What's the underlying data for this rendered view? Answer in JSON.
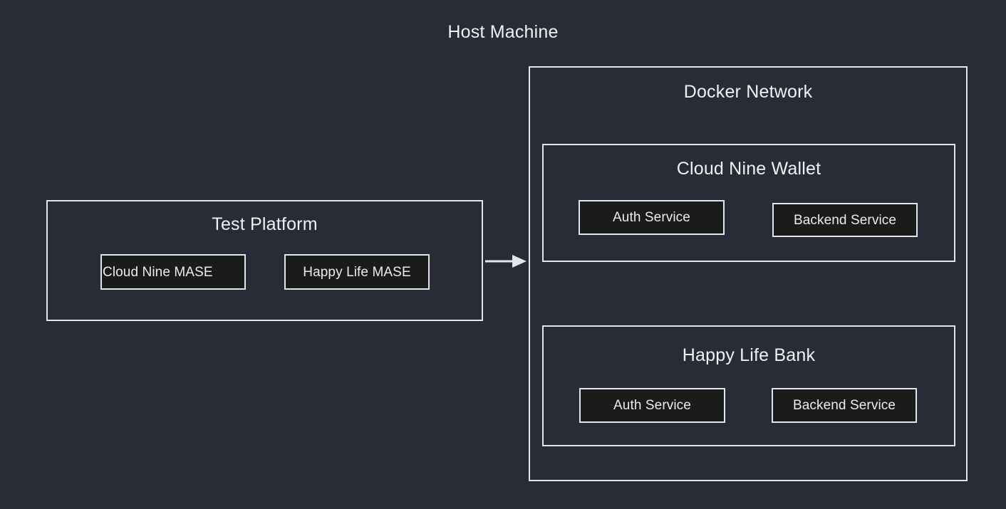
{
  "diagram": {
    "title": "Host Machine",
    "background_color": "#282c37",
    "border_color": "#e3e6ec",
    "leaf_fill_color": "#1b1b1b",
    "text_color": "#eef1f5"
  },
  "test_platform": {
    "title": "Test Platform",
    "services": [
      {
        "label": "Cloud Nine MASE"
      },
      {
        "label": "Happy Life MASE"
      }
    ]
  },
  "connector": {
    "name": "arrow-test-platform-to-docker-network"
  },
  "docker_network": {
    "title": "Docker Network",
    "groups": [
      {
        "title": "Cloud Nine Wallet",
        "services": [
          {
            "label": "Auth Service"
          },
          {
            "label": "Backend Service"
          }
        ]
      },
      {
        "title": "Happy Life Bank",
        "services": [
          {
            "label": "Auth Service"
          },
          {
            "label": "Backend Service"
          }
        ]
      }
    ]
  }
}
